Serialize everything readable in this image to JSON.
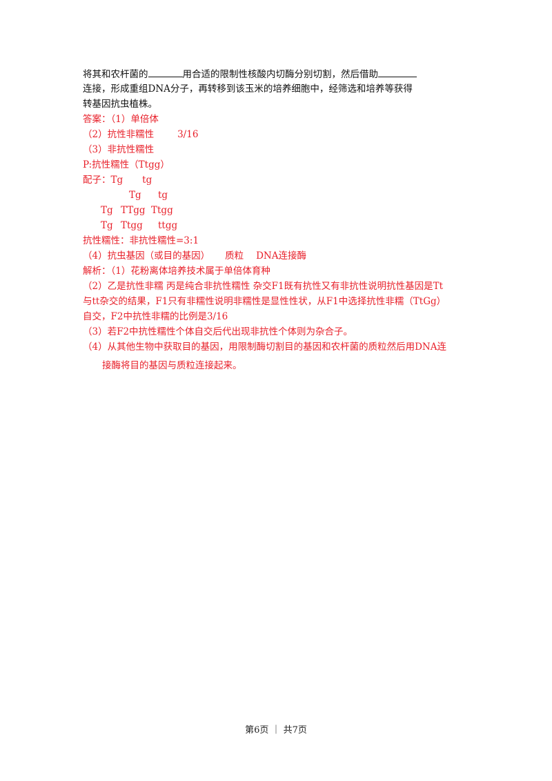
{
  "question": {
    "line1_a": "将其和农杆菌的",
    "line1_b": "用合适的限制性核酸内切酶分别切割，然后借助",
    "line2": "连接，形成重组DNA分子，再转移到该玉米的培养细胞中，经筛选和培养等获得",
    "line3": "转基因抗虫植株。"
  },
  "answer": {
    "label": "答案：（1）单倍体",
    "part2_text": "（2）抗性非糯性",
    "part2_ratio": "3/16",
    "part3": "（3）非抗性糯性",
    "parent": "P:抗性糯性（Ttgg）",
    "gamete_label": "配子：Tg",
    "gamete_tg": "tg",
    "punnett": {
      "header": [
        "Tg",
        "tg"
      ],
      "rows": [
        {
          "gamete": "Tg",
          "cells": [
            "TTgg",
            "Ttgg"
          ]
        },
        {
          "gamete": "Tg",
          "cells": [
            "Ttgg",
            "ttgg"
          ]
        }
      ]
    },
    "ratio": "抗性糯性：非抗性糯性=3:1",
    "part4_a": "（4）抗虫基因（或目的基因）",
    "part4_b": "质粒",
    "part4_c": "DNA连接酶"
  },
  "analysis": {
    "l1": "解析：（1）花粉离体培养技术属于单倍体育种",
    "l2": "（2）乙是抗性非糯  丙是纯合非抗性糯性  杂交F1既有抗性又有非抗性说明抗性基因是Tt",
    "l3": "与tt杂交的结果，F1只有非糯性说明非糯性是显性性状，从F1中选择抗性非糯（TtGg）",
    "l4": "自交，F2中抗性非糯的比例是3/16",
    "l5": "（3）若F2中抗性糯性个体自交后代出现非抗性个体则为杂合子。",
    "l6": "（4）从其他生物中获取目的基因，用限制酶切割目的基因和农杆菌的质粒然后用DNA连",
    "l7": "接酶将目的基因与质粒连接起来。"
  },
  "footer": {
    "text": "第6页 ｜ 共7页"
  }
}
